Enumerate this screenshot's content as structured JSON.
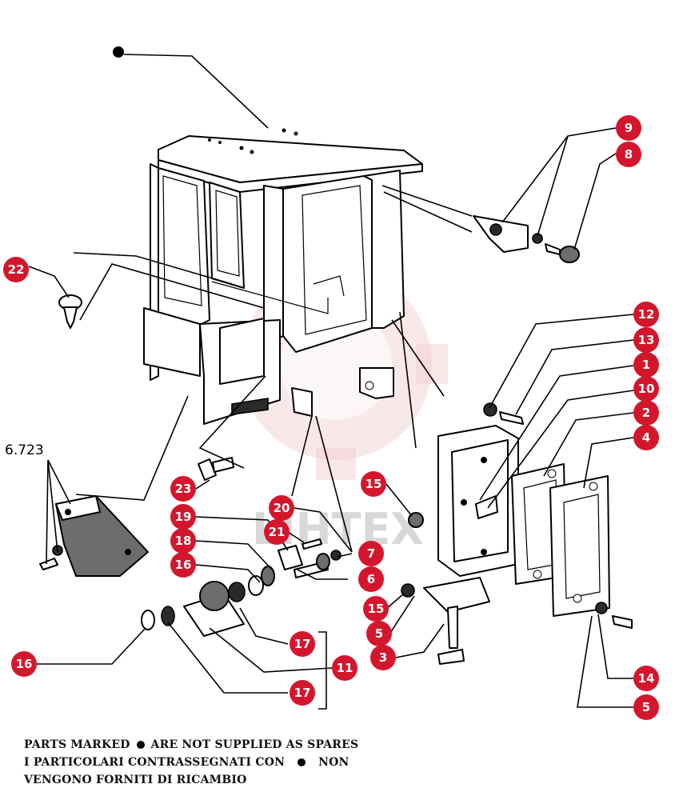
{
  "diagram": {
    "reference_label": "6.723",
    "watermark_text": "LIHTEX",
    "callouts": [
      {
        "id": "c9",
        "label": "9"
      },
      {
        "id": "c8",
        "label": "8"
      },
      {
        "id": "c22",
        "label": "22"
      },
      {
        "id": "c12",
        "label": "12"
      },
      {
        "id": "c13",
        "label": "13"
      },
      {
        "id": "c1",
        "label": "1"
      },
      {
        "id": "c10",
        "label": "10"
      },
      {
        "id": "c2",
        "label": "2"
      },
      {
        "id": "c4",
        "label": "4"
      },
      {
        "id": "c15a",
        "label": "15"
      },
      {
        "id": "c23",
        "label": "23"
      },
      {
        "id": "c20",
        "label": "20"
      },
      {
        "id": "c19",
        "label": "19"
      },
      {
        "id": "c21",
        "label": "21"
      },
      {
        "id": "c18",
        "label": "18"
      },
      {
        "id": "c7",
        "label": "7"
      },
      {
        "id": "c16a",
        "label": "16"
      },
      {
        "id": "c6",
        "label": "6"
      },
      {
        "id": "c15b",
        "label": "15"
      },
      {
        "id": "c5a",
        "label": "5"
      },
      {
        "id": "c3",
        "label": "3"
      },
      {
        "id": "c17a",
        "label": "17"
      },
      {
        "id": "c11",
        "label": "11"
      },
      {
        "id": "c16b",
        "label": "16"
      },
      {
        "id": "c17b",
        "label": "17"
      },
      {
        "id": "c14",
        "label": "14"
      },
      {
        "id": "c5b",
        "label": "5"
      }
    ]
  },
  "footnote": {
    "line1_before": "PARTS MARKED",
    "line1_after": "ARE NOT SUPPLIED AS SPARES",
    "line2_before": "I PARTICOLARI CONTRASSEGNATI CON",
    "line2_after": "NON",
    "line3": "VENGONO FORNITI DI RICAMBIO"
  },
  "colors": {
    "callout": "#d4162c",
    "callout_text": "#ffffff",
    "watermark": "#f2c7cc"
  }
}
